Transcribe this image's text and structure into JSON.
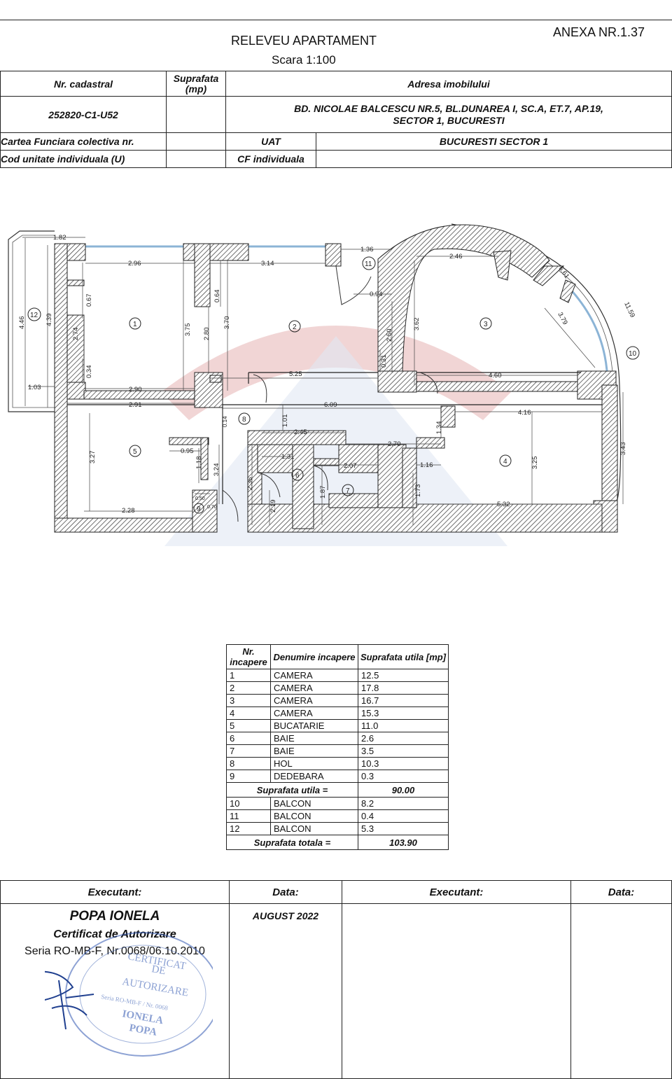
{
  "header": {
    "title": "RELEVEU APARTAMENT",
    "scale": "Scara 1:100",
    "annex": "ANEXA NR.1.37"
  },
  "info": {
    "nr_cadastral_label": "Nr. cadastral",
    "suprafata_label": "Suprafata (mp)",
    "adresa_label": "Adresa imobilului",
    "nr_cadastral_value": "252820-C1-U52",
    "adresa_line1": "BD. NICOLAE BALCESCU NR.5, BL.DUNAREA I, SC.A, ET.7, AP.19,",
    "adresa_line2": "SECTOR 1, BUCURESTI",
    "cf_colectiva_label": "Cartea Funciara colectiva nr.",
    "uat_label": "UAT",
    "uat_value": "BUCURESTI SECTOR 1",
    "cod_unitate_label": "Cod unitate individuala (U)",
    "cf_individuala_label": "CF individuala"
  },
  "plan": {
    "room_labels": [
      "1",
      "2",
      "3",
      "4",
      "5",
      "6",
      "7",
      "8",
      "9",
      "10",
      "11",
      "12"
    ],
    "dimensions": [
      "1.82",
      "2.96",
      "3.14",
      "1.36",
      "2.46",
      "0.67",
      "0.64",
      "0.94",
      "3.75",
      "3.70",
      "2.80",
      "2.74",
      "4.39",
      "4.46",
      "2.50",
      "3.62",
      "6.61",
      "11.59",
      "3.79",
      "0.34",
      "0.31",
      "5.25",
      "4.60",
      "1.03",
      "2.90",
      "2.91",
      "6.09",
      "4.16",
      "0.14",
      "1.01",
      "2.45",
      "1.34",
      "2.70",
      "0.95",
      "1.31",
      "2.07",
      "1.16",
      "3.27",
      "1.18",
      "3.24",
      "3.25",
      "3.43",
      "2.36",
      "2.19",
      "1.87",
      "1.73",
      "0.50",
      "0.70",
      "2.28",
      "5.32"
    ]
  },
  "rooms_table": {
    "headers": [
      "Nr. incapere",
      "Denumire incapere",
      "Suprafata utila [mp]"
    ],
    "rows": [
      [
        "1",
        "CAMERA",
        "12.5"
      ],
      [
        "2",
        "CAMERA",
        "17.8"
      ],
      [
        "3",
        "CAMERA",
        "16.7"
      ],
      [
        "4",
        "CAMERA",
        "15.3"
      ],
      [
        "5",
        "BUCATARIE",
        "11.0"
      ],
      [
        "6",
        "BAIE",
        "2.6"
      ],
      [
        "7",
        "BAIE",
        "3.5"
      ],
      [
        "8",
        "HOL",
        "10.3"
      ],
      [
        "9",
        "DEDEBARA",
        "0.3"
      ]
    ],
    "utila_label": "Suprafata utila =",
    "utila_value": "90.00",
    "balcony_rows": [
      [
        "10",
        "BALCON",
        "8.2"
      ],
      [
        "11",
        "BALCON",
        "0.4"
      ],
      [
        "12",
        "BALCON",
        "5.3"
      ]
    ],
    "totala_label": "Suprafata totala =",
    "totala_value": "103.90"
  },
  "footer": {
    "executant_label": "Executant:",
    "data_label": "Data:",
    "executant2_label": "Executant:",
    "data2_label": "Data:",
    "author": "POPA IONELA",
    "cert": "Certificat de Autorizare",
    "seria": "Seria RO-MB-F, Nr.0068/06.10.2010",
    "date": "AUGUST 2022",
    "stamp_lines": [
      "CERTIFICAT",
      "DE",
      "AUTORIZARE",
      "Seria RO-MB-F / Nr. 0068",
      "IONELA",
      "POPA"
    ]
  },
  "colors": {
    "ink": "#222222",
    "stamp": "#2f56b0",
    "watermark_red": "#e6b3b3",
    "watermark_blue": "#c9d6ea"
  }
}
